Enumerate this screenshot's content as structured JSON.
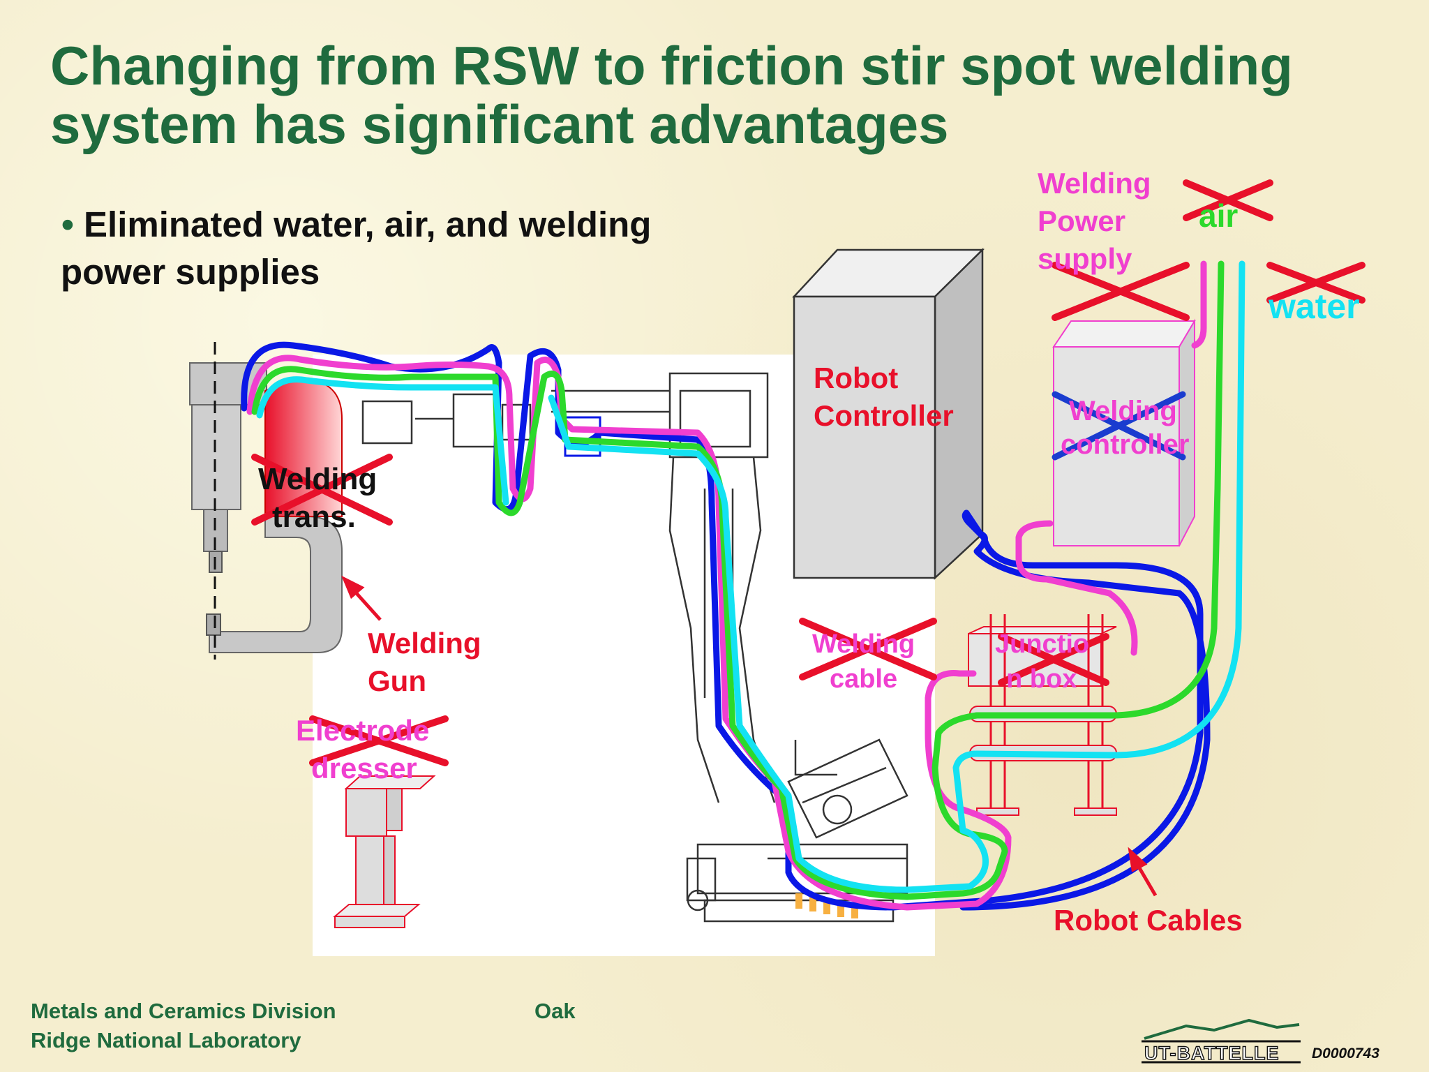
{
  "slide": {
    "title_line1": "Changing from RSW to friction stir spot welding",
    "title_line2": "system has significant advantages",
    "bullet_marker": "•",
    "bullet_line1": "Eliminated water, air, and welding",
    "bullet_line2": "power supplies"
  },
  "labels": {
    "welding_power_supply": [
      "Welding",
      "Power",
      "supply"
    ],
    "air": "air",
    "water": "water",
    "robot_controller": [
      "Robot",
      "Controller"
    ],
    "welding_controller": [
      "Welding",
      "controller"
    ],
    "welding_trans": [
      "Welding",
      "trans."
    ],
    "welding_gun": [
      "Welding",
      "Gun"
    ],
    "electrode_dresser": [
      "Electrode",
      "dresser"
    ],
    "welding_cable": [
      "Welding",
      "cable"
    ],
    "junction_box": [
      "Junctio",
      "n box"
    ],
    "robot_cables": "Robot Cables"
  },
  "footer": {
    "line1_left": "Metals and Ceramics Division",
    "line1_right": "Oak",
    "line2": "Ridge National Laboratory",
    "logo_text": "UT-BATTELLE",
    "doc_id": "D0000743"
  },
  "colors": {
    "title": "#1f6b3e",
    "cross_red": "#e8102a",
    "cross_blue": "#1a3ccf",
    "cable_blue": "#0a18e6",
    "cable_pink": "#f03fcf",
    "cable_green": "#2cd92c",
    "cable_cyan": "#13e2f2"
  }
}
